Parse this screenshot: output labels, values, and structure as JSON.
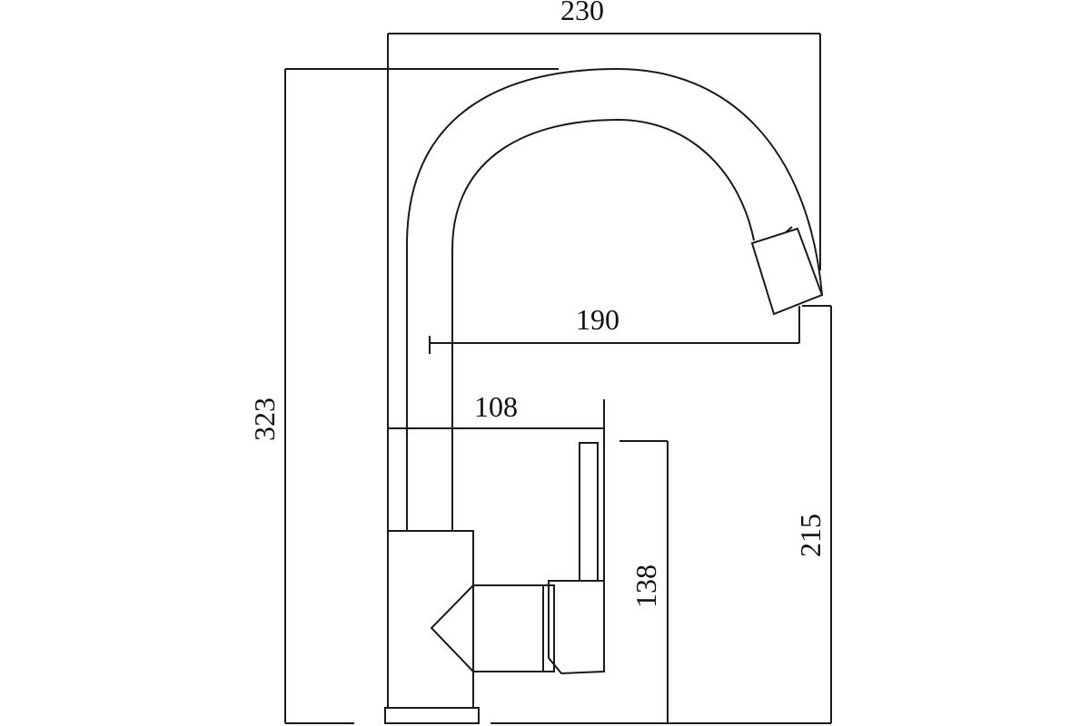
{
  "diagram": {
    "dimensions": {
      "overall_width": "230",
      "spout_reach": "190",
      "body_to_handle": "108",
      "overall_height": "323",
      "spout_outlet_height": "215",
      "handle_height": "138"
    }
  }
}
